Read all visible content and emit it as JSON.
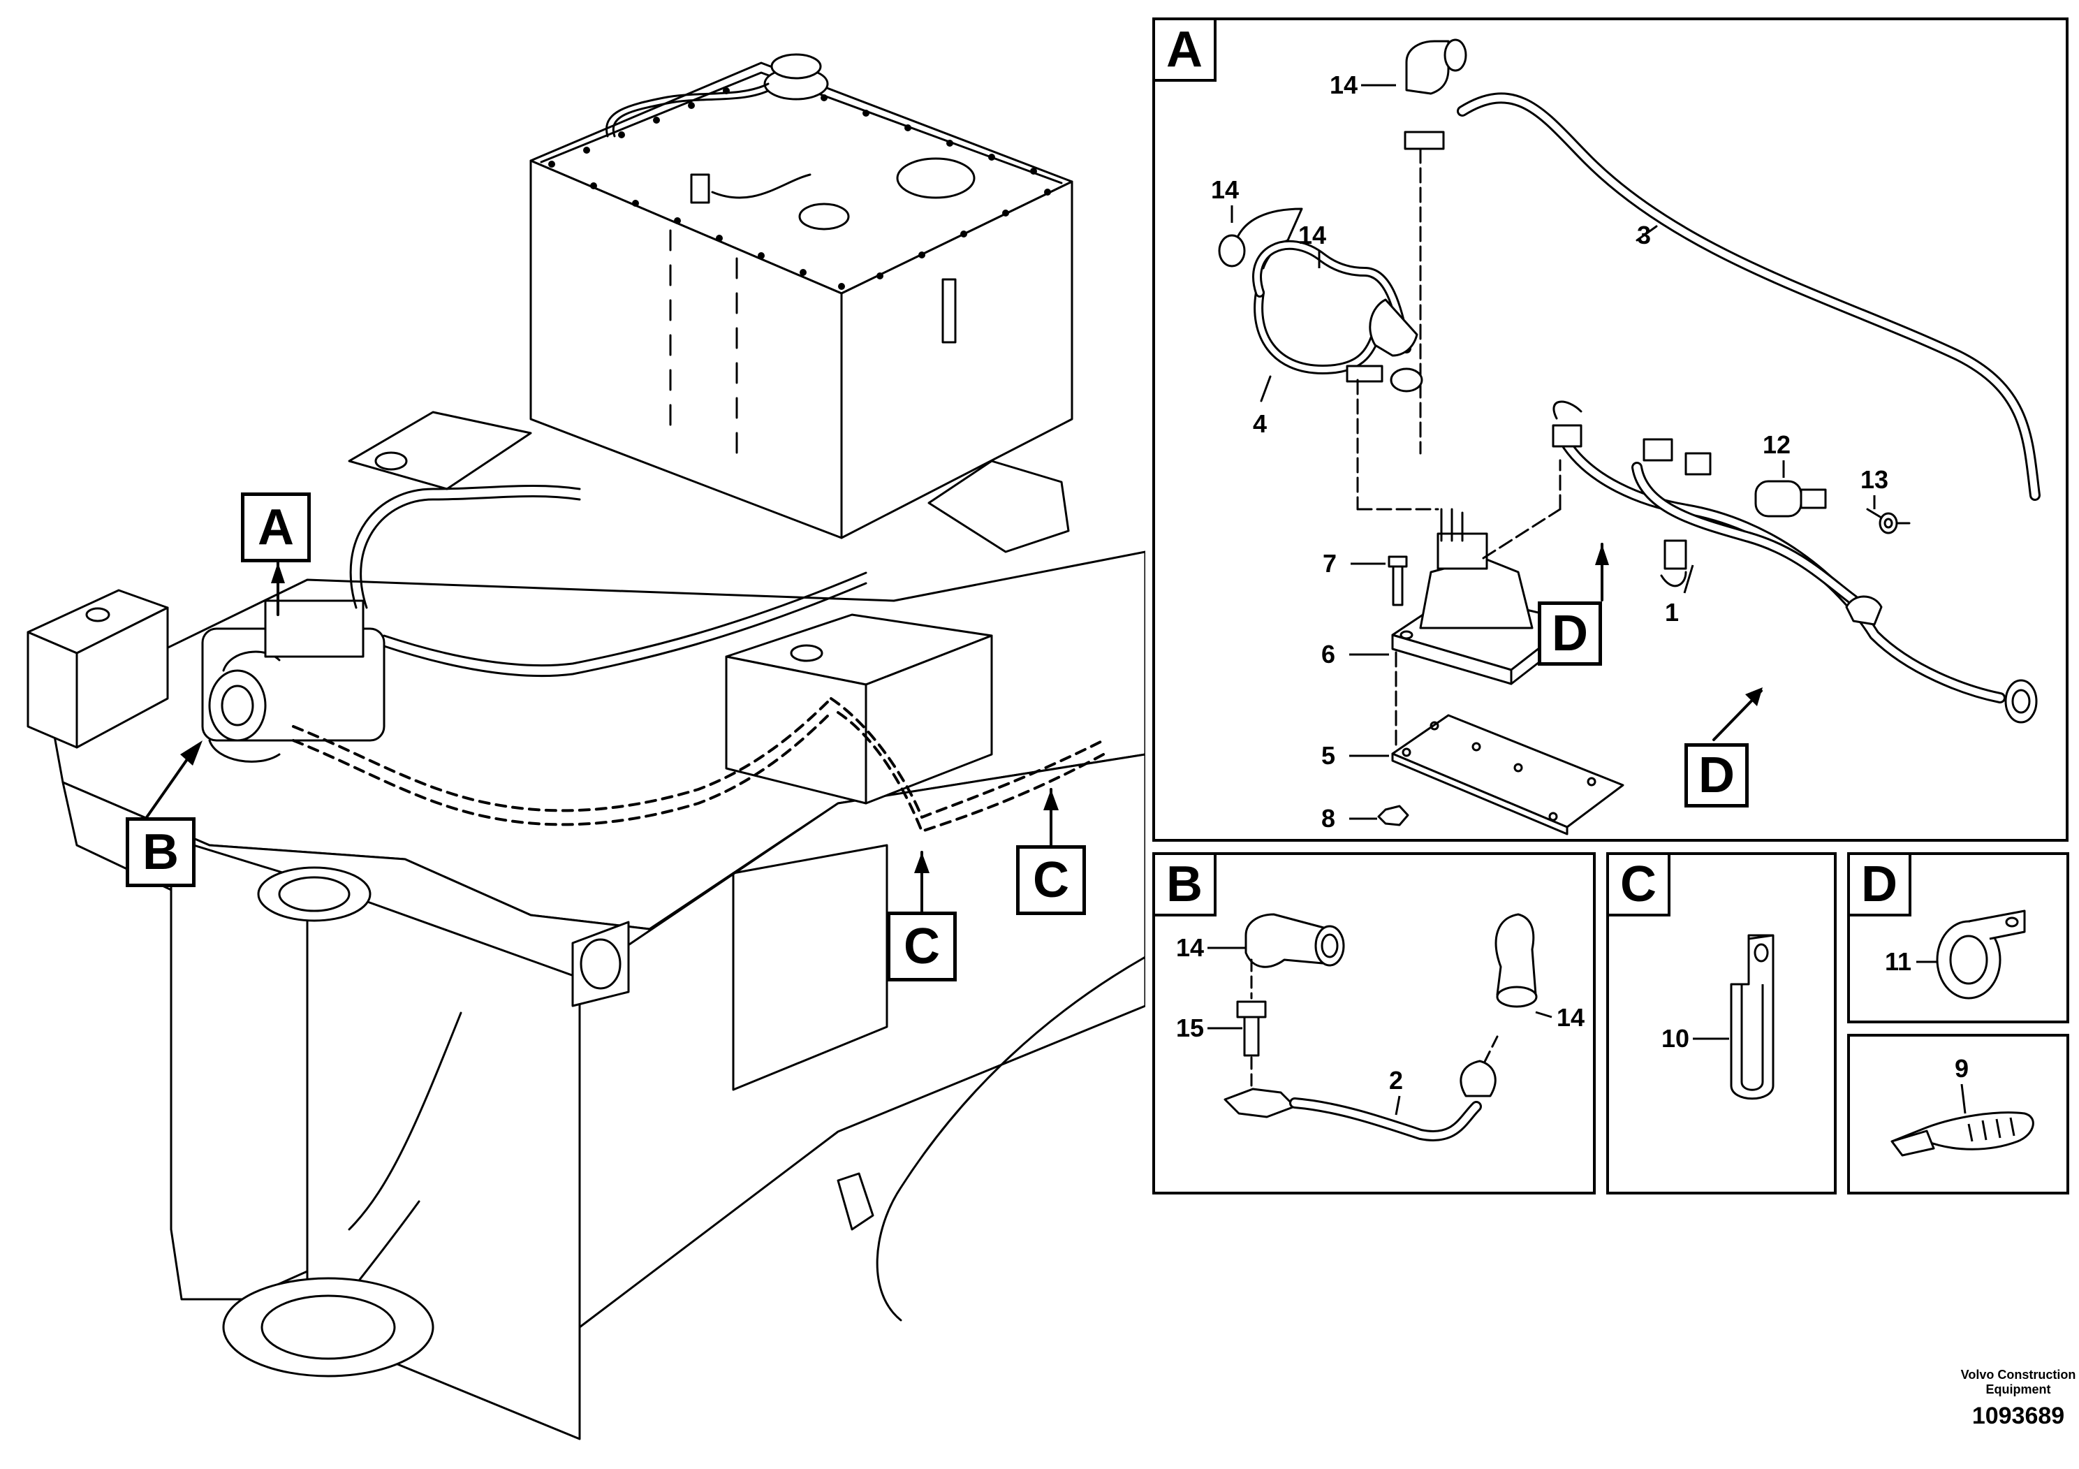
{
  "callouts": {
    "a": "A",
    "b": "B",
    "c": "C",
    "d": "D"
  },
  "panels": {
    "a": "A",
    "b": "B",
    "c": "C",
    "d": "D"
  },
  "part_numbers": {
    "n1": "1",
    "n2": "2",
    "n3": "3",
    "n4": "4",
    "n5": "5",
    "n6": "6",
    "n7": "7",
    "n8": "8",
    "n9": "9",
    "n10": "10",
    "n11": "11",
    "n12": "12",
    "n13": "13",
    "n14": "14",
    "n15": "15"
  },
  "footer": {
    "company_line1": "Volvo Construction",
    "company_line2": "Equipment",
    "drawing_number": "1093689"
  }
}
